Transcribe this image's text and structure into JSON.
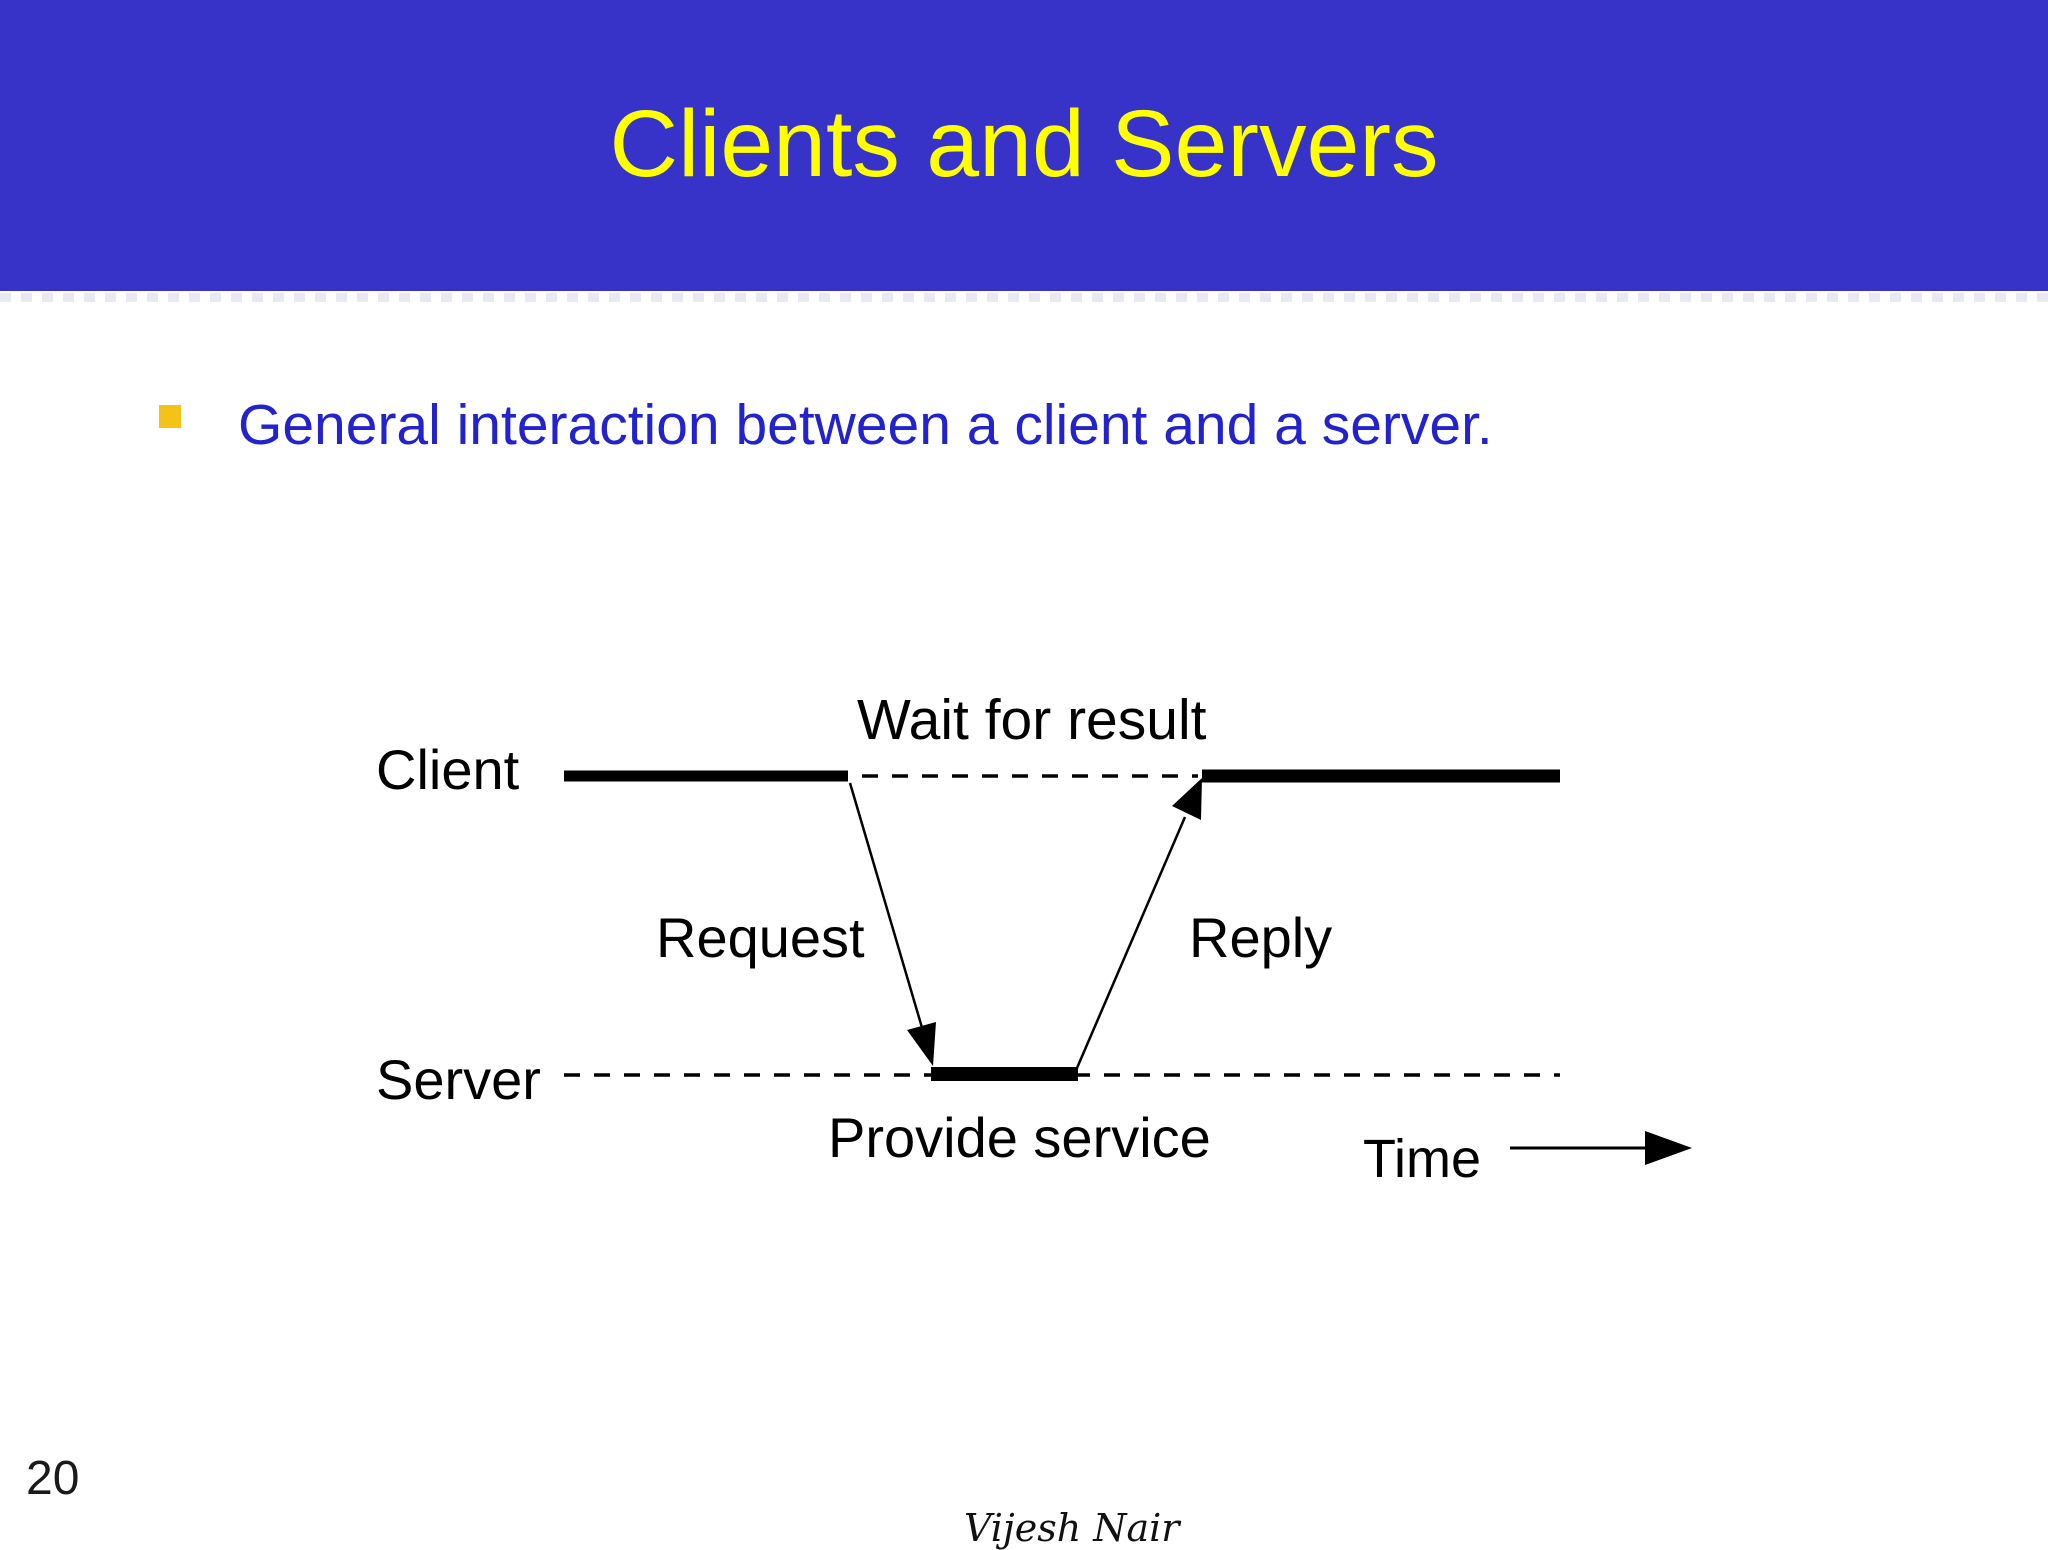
{
  "slide": {
    "title": "Clients and Servers",
    "bullet_text": "General interaction between a client and a server.",
    "page_number": "20",
    "signature": "Vijesh Nair"
  },
  "diagram": {
    "labels": {
      "wait": "Wait for result",
      "client": "Client",
      "server": "Server",
      "request": "Request",
      "reply": "Reply",
      "provide": "Provide service",
      "time": "Time"
    }
  },
  "colors": {
    "banner": "#3733C9",
    "title": "#FFFF00",
    "bullet_text": "#2222CE",
    "bullet_marker": "#F5C317",
    "diagram_ink": "#000000"
  }
}
